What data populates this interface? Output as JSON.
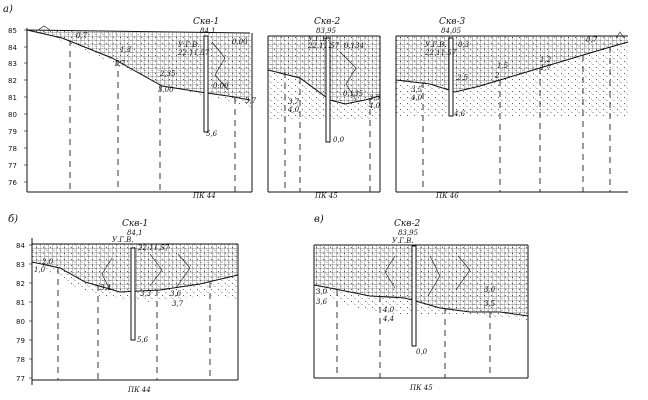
{
  "panel_labels": {
    "a": "а)",
    "b": "б)",
    "c": "в)"
  },
  "top": {
    "y_ticks": [
      "85",
      "84",
      "83",
      "82",
      "81",
      "80",
      "79",
      "78",
      "77",
      "76"
    ],
    "pickets": [
      "ПК 44",
      "ПК 45",
      "ПК 46"
    ],
    "boreholes": [
      {
        "name": "Скв-1",
        "elev": "84,1",
        "date_label": "У.Г.В.",
        "date": "22.11.57"
      },
      {
        "name": "Скв-2",
        "elev": "83,95",
        "date_label": "У.Г.В.",
        "date": "22.11.57"
      },
      {
        "name": "Скв-3",
        "elev": "84,05",
        "date_label": "У.Г.В.",
        "date": "22.11.57"
      }
    ],
    "depths": {
      "s1": [
        "0,7",
        "1,3",
        "1,7",
        "2,35",
        "3,00",
        "3,7",
        "5,6",
        "0,00",
        "0,00"
      ],
      "s2": [
        "3,7",
        "4,0",
        "3,5",
        "4,0",
        "0,0",
        "0,134",
        "0,135"
      ],
      "s3": [
        "3,5",
        "4,0",
        "0,3",
        "1,5",
        "2",
        "2,5",
        "1,2",
        "1,7",
        "0,7",
        "4,6"
      ]
    }
  },
  "bl": {
    "y_ticks": [
      "84",
      "83",
      "82",
      "81",
      "80",
      "79",
      "78",
      "77"
    ],
    "picket": "ПК 44",
    "borehole": {
      "name": "Скв-1",
      "elev": "84,1",
      "date_label": "У.Г.В.",
      "date": "22.11.57"
    },
    "depths": [
      "1,0",
      "2,0",
      "3,4",
      "3,3",
      "3,6",
      "3,7",
      "5,6"
    ]
  },
  "br": {
    "picket": "ПК 45",
    "borehole": {
      "name": "Скв-2",
      "elev": "83,95",
      "date_label": "У.Г.В."
    },
    "depths": [
      "3,0",
      "3,6",
      "4,0",
      "4,4",
      "0,0",
      "3,0",
      "3,5"
    ]
  }
}
